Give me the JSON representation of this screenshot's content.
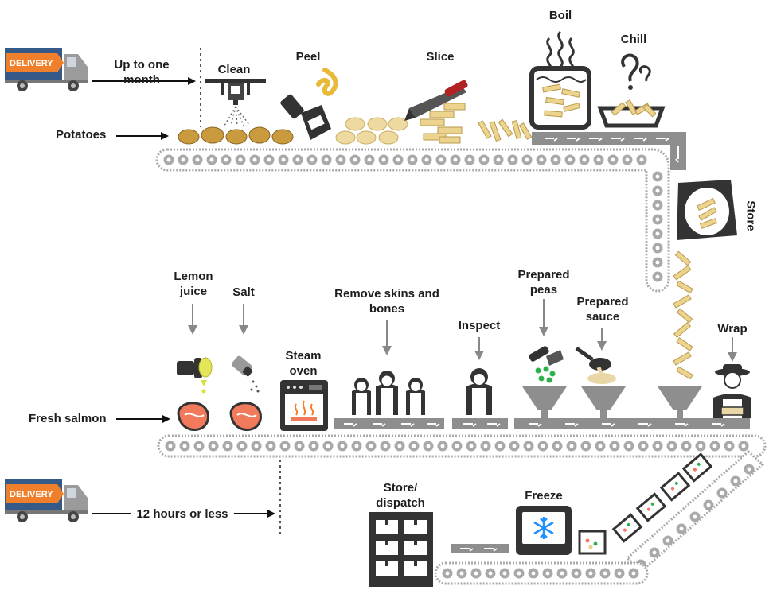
{
  "delivery_label": "DELIVERY",
  "labels": {
    "up_to_one_month": "Up to one month",
    "clean": "Clean",
    "peel": "Peel",
    "slice": "Slice",
    "boil": "Boil",
    "chill": "Chill",
    "potatoes": "Potatoes",
    "store": "Store",
    "lemon_juice": "Lemon juice",
    "salt": "Salt",
    "steam_oven": "Steam oven",
    "remove_skins": "Remove skins and bones",
    "inspect": "Inspect",
    "prepared_peas": "Prepared peas",
    "prepared_sauce": "Prepared sauce",
    "wrap": "Wrap",
    "fresh_salmon": "Fresh salmon",
    "twelve_hours": "12 hours or less",
    "store_dispatch": "Store/ dispatch",
    "freeze": "Freeze"
  },
  "colors": {
    "truck_blue": "#355a8a",
    "truck_orange": "#f07f2b",
    "potato": "#c99a3e",
    "fries": "#e9cf8a",
    "salmon": "#f27a5c",
    "conveyor": "#a9a9a9",
    "dark": "#333333",
    "peas": "#2db24a",
    "snow": "#1e90ff"
  }
}
